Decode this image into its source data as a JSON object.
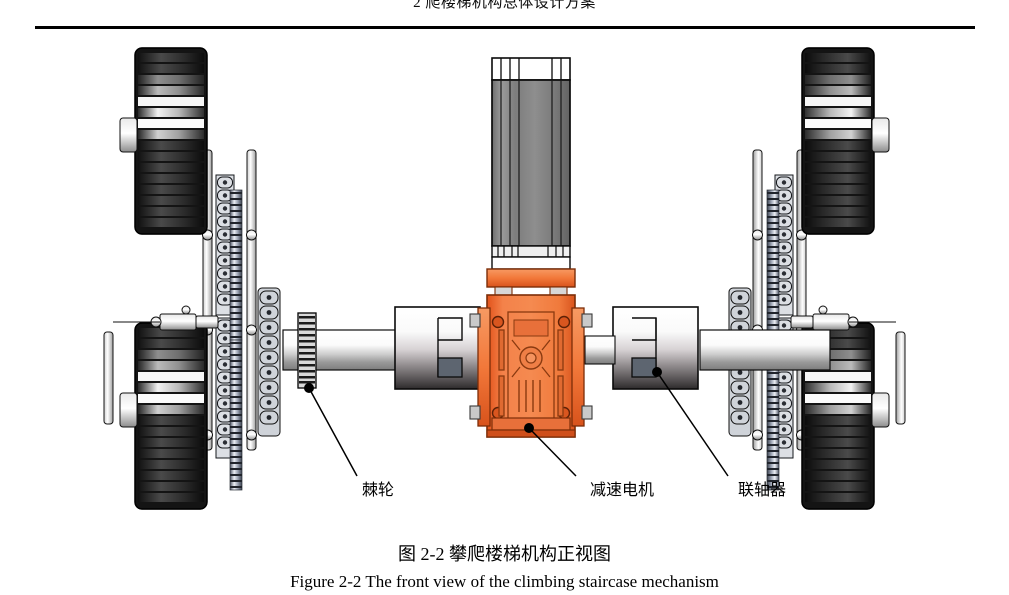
{
  "header": {
    "running_head": "2  爬楼梯机构总体设计方案"
  },
  "figure": {
    "caption_cn": "图 2-2  攀爬楼梯机构正视图",
    "caption_en": "Figure 2-2 The front view of the climbing staircase mechanism",
    "callouts": [
      {
        "id": "ratchet",
        "label": "棘轮"
      },
      {
        "id": "motor",
        "label": "减速电机"
      },
      {
        "id": "coupling",
        "label": "联轴器"
      }
    ],
    "colors": {
      "gearbox_orange": "#f07a3c",
      "gearbox_orange_dark": "#d2521c",
      "motor_gray": "#8a8a8a",
      "motor_gray_dark": "#3a3a3a",
      "wheel_dark": "#1d1d1d",
      "shaft_light": "#fdfdfd",
      "line": "#000000"
    },
    "parts": [
      "左侧三轮爬楼轮组",
      "右侧三轮爬楼轮组",
      "棘轮",
      "联轴器",
      "减速电机",
      "传动轴",
      "链条与链轮"
    ]
  }
}
